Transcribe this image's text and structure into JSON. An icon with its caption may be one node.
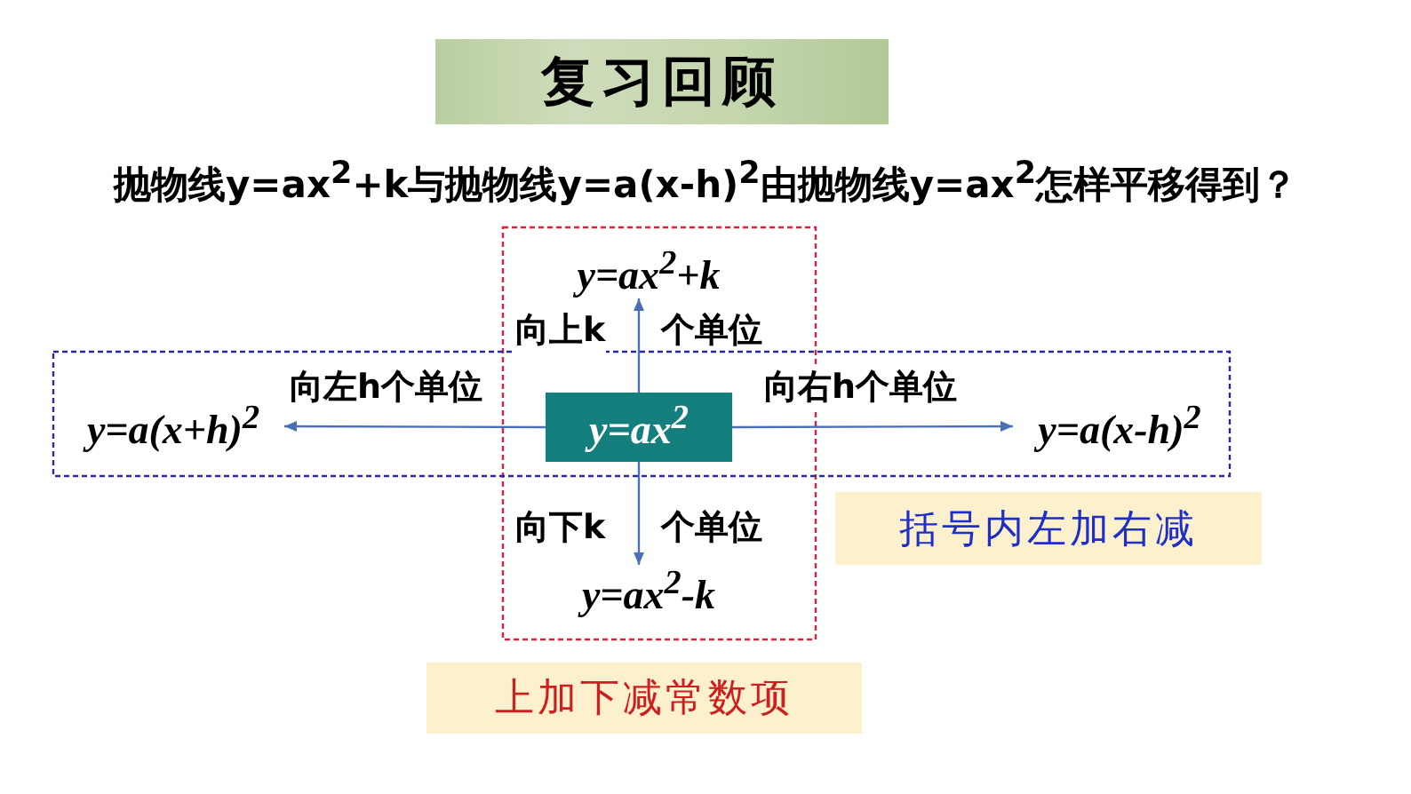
{
  "diagram": {
    "title": "复习回顾",
    "nodes": [
      {
        "text": [
          "y=ax$^{2}$"
        ]
      },
      {
        "text": [
          "y=ax$^{2}$+k"
        ]
      },
      {
        "text": [
          "y=ax$^{2}$-k"
        ]
      },
      {
        "text": [
          "y=a(x+h)$^{2}$"
        ]
      },
      {
        "text": [
          "y=a(x-h)$^{2}$"
        ]
      },
      {
        "text": [
          "括号内左加右减"
        ]
      },
      {
        "text": [
          "上加下减常数项"
        ]
      }
    ],
    "edges": [
      {
        "from": 0,
        "to": 1,
        "arrow": "to",
        "label": "向上k"
      },
      {
        "from": 0,
        "to": 3,
        "arrow": "to",
        "label": "向左h个单位"
      },
      {
        "from": 0,
        "to": 4,
        "arrow": "to",
        "label": "向右h个单位"
      },
      {
        "from": 0,
        "to": 2,
        "arrow": "to",
        "label": "向下k"
      }
    ],
    "labels": [
      "抛物线y=ax$^{2}$+k与抛物线y=a(x-h)$^{2}$由抛物线y=ax$^{2}$怎样平移得到？",
      "个单位",
      "个单位"
    ]
  }
}
